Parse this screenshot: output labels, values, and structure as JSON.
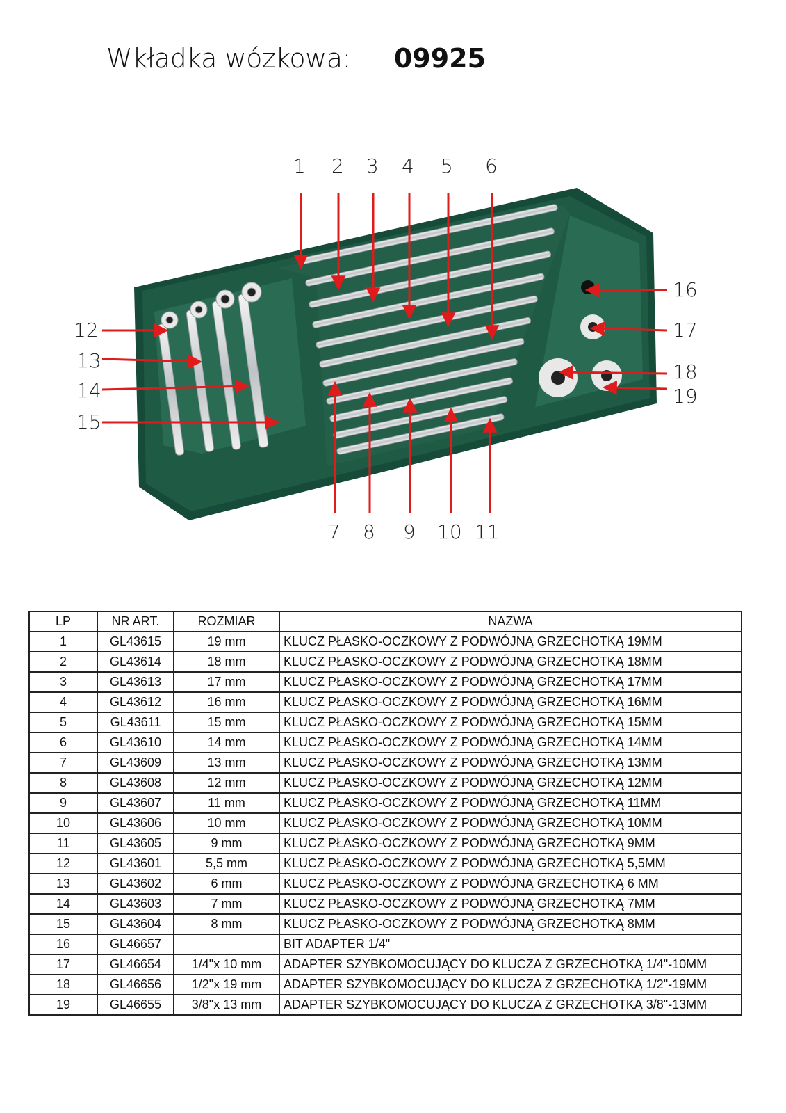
{
  "header": {
    "label": "Wkładka wózkowa:",
    "code": "09925"
  },
  "figure": {
    "description": "tool-tray-photo",
    "callouts_top": [
      "1",
      "2",
      "3",
      "4",
      "5",
      "6"
    ],
    "callouts_bottom": [
      "7",
      "8",
      "9",
      "10",
      "11"
    ],
    "callouts_left": [
      "12",
      "13",
      "14",
      "15"
    ],
    "callouts_right": [
      "16",
      "17",
      "18",
      "19"
    ],
    "colors": {
      "tray": "#1f5a45",
      "arrow": "#e01b1b"
    }
  },
  "table": {
    "headers": [
      "LP",
      "NR ART.",
      "ROZMIAR",
      "NAZWA"
    ],
    "rows": [
      {
        "lp": "1",
        "art": "GL43615",
        "size": "19 mm",
        "name": "KLUCZ PŁASKO-OCZKOWY Z PODWÓJNĄ GRZECHOTKĄ 19MM"
      },
      {
        "lp": "2",
        "art": "GL43614",
        "size": "18 mm",
        "name": "KLUCZ PŁASKO-OCZKOWY Z PODWÓJNĄ GRZECHOTKĄ 18MM"
      },
      {
        "lp": "3",
        "art": "GL43613",
        "size": "17 mm",
        "name": "KLUCZ PŁASKO-OCZKOWY Z PODWÓJNĄ GRZECHOTKĄ 17MM"
      },
      {
        "lp": "4",
        "art": "GL43612",
        "size": "16 mm",
        "name": "KLUCZ PŁASKO-OCZKOWY Z PODWÓJNĄ GRZECHOTKĄ 16MM"
      },
      {
        "lp": "5",
        "art": "GL43611",
        "size": "15 mm",
        "name": "KLUCZ PŁASKO-OCZKOWY Z PODWÓJNĄ GRZECHOTKĄ 15MM"
      },
      {
        "lp": "6",
        "art": "GL43610",
        "size": "14 mm",
        "name": "KLUCZ PŁASKO-OCZKOWY Z PODWÓJNĄ GRZECHOTKĄ 14MM"
      },
      {
        "lp": "7",
        "art": "GL43609",
        "size": "13 mm",
        "name": "KLUCZ PŁASKO-OCZKOWY Z PODWÓJNĄ GRZECHOTKĄ 13MM"
      },
      {
        "lp": "8",
        "art": "GL43608",
        "size": "12 mm",
        "name": "KLUCZ PŁASKO-OCZKOWY Z PODWÓJNĄ GRZECHOTKĄ 12MM"
      },
      {
        "lp": "9",
        "art": "GL43607",
        "size": "11 mm",
        "name": "KLUCZ PŁASKO-OCZKOWY Z PODWÓJNĄ GRZECHOTKĄ 11MM"
      },
      {
        "lp": "10",
        "art": "GL43606",
        "size": "10 mm",
        "name": "KLUCZ PŁASKO-OCZKOWY Z PODWÓJNĄ GRZECHOTKĄ 10MM"
      },
      {
        "lp": "11",
        "art": "GL43605",
        "size": "9 mm",
        "name": "KLUCZ PŁASKO-OCZKOWY Z PODWÓJNĄ GRZECHOTKĄ 9MM"
      },
      {
        "lp": "12",
        "art": "GL43601",
        "size": "5,5 mm",
        "name": "KLUCZ PŁASKO-OCZKOWY Z PODWÓJNĄ GRZECHOTKĄ 5,5MM"
      },
      {
        "lp": "13",
        "art": "GL43602",
        "size": "6 mm",
        "name": "KLUCZ PŁASKO-OCZKOWY Z PODWÓJNĄ GRZECHOTKĄ 6 MM"
      },
      {
        "lp": "14",
        "art": "GL43603",
        "size": "7 mm",
        "name": "KLUCZ PŁASKO-OCZKOWY Z PODWÓJNĄ GRZECHOTKĄ 7MM"
      },
      {
        "lp": "15",
        "art": "GL43604",
        "size": "8 mm",
        "name": "KLUCZ PŁASKO-OCZKOWY Z PODWÓJNĄ GRZECHOTKĄ 8MM"
      },
      {
        "lp": "16",
        "art": "GL46657",
        "size": "",
        "name": "BIT ADAPTER 1/4\""
      },
      {
        "lp": "17",
        "art": "GL46654",
        "size": "1/4\"x 10 mm",
        "name": "ADAPTER SZYBKOMOCUJĄCY DO KLUCZA Z GRZECHOTKĄ 1/4\"-10MM"
      },
      {
        "lp": "18",
        "art": "GL46656",
        "size": "1/2\"x 19 mm",
        "name": "ADAPTER SZYBKOMOCUJĄCY DO KLUCZA Z GRZECHOTKĄ 1/2\"-19MM"
      },
      {
        "lp": "19",
        "art": "GL46655",
        "size": "3/8\"x 13 mm",
        "name": "ADAPTER SZYBKOMOCUJĄCY DO KLUCZA Z GRZECHOTKĄ 3/8\"-13MM"
      }
    ]
  }
}
